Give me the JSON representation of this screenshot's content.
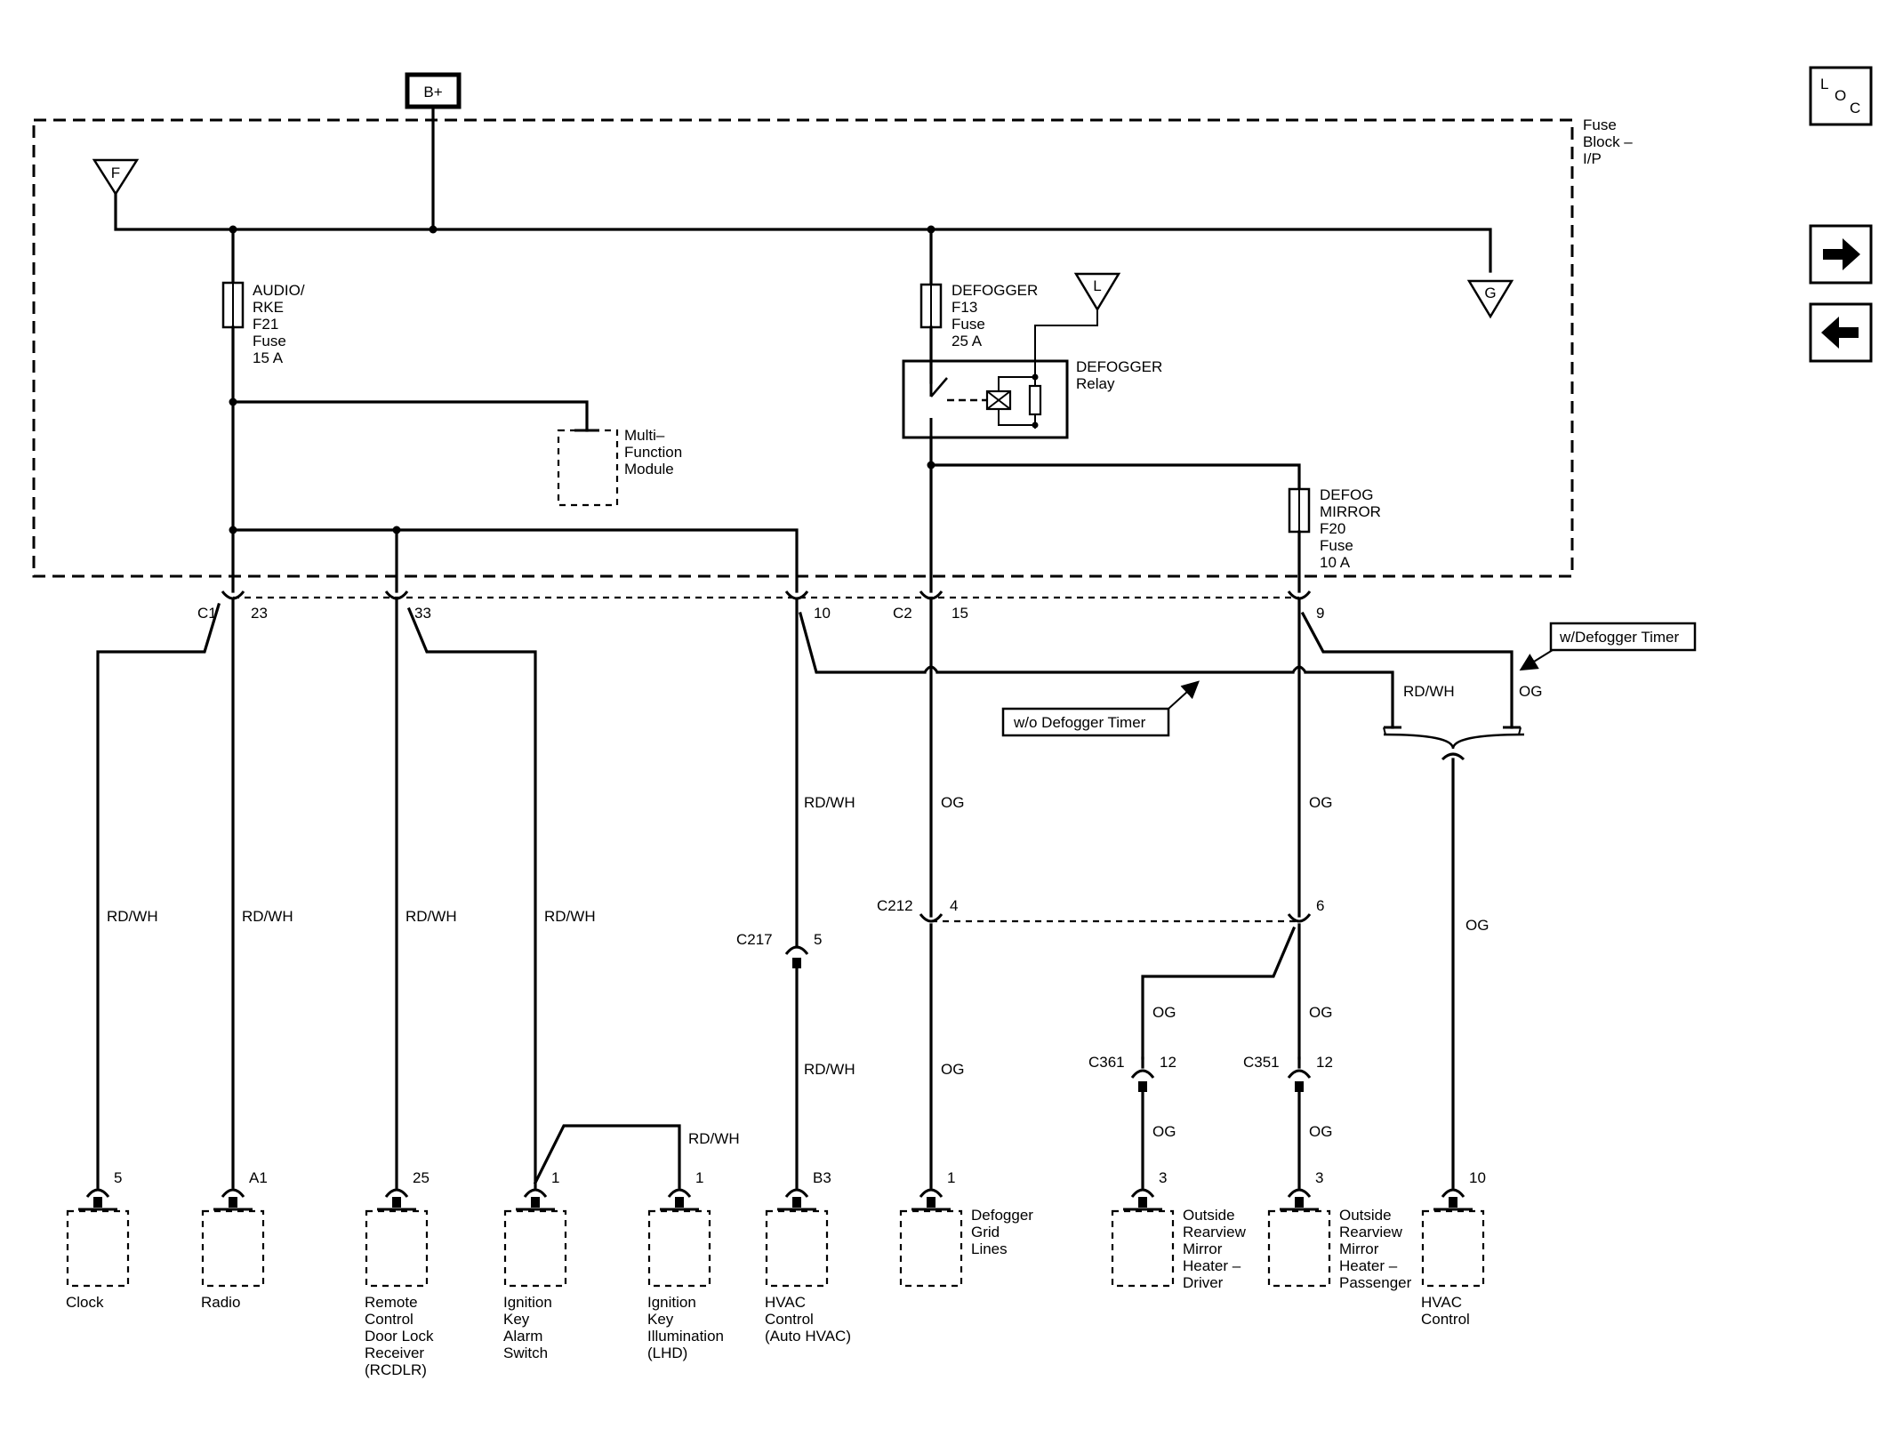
{
  "fuse_block": {
    "line1": "Fuse",
    "line2": "Block –",
    "line3": "I/P"
  },
  "battery": "B+",
  "nav": {
    "loc_l": "L",
    "loc_o": "O",
    "loc_c": "C"
  },
  "refs": {
    "f": "F",
    "g": "G",
    "l": "L"
  },
  "fuses": {
    "audio": [
      "AUDIO/",
      "RKE",
      "F21",
      "Fuse",
      "15 A"
    ],
    "defogger": [
      "DEFOGGER",
      "F13",
      "Fuse",
      "25 A"
    ],
    "mirror": [
      "DEFOG",
      "MIRROR",
      "F20",
      "Fuse",
      "10 A"
    ]
  },
  "relay": [
    "DEFOGGER",
    "Relay"
  ],
  "mfm": [
    "Multi–",
    "Function",
    "Module"
  ],
  "connectors": {
    "c1": "C1",
    "c2": "C2",
    "c212": "C212",
    "c217": "C217",
    "c361": "C361",
    "c351": "C351",
    "p23": "23",
    "p33": "33",
    "p10": "10",
    "p15": "15",
    "p9": "9",
    "p4": "4",
    "p6": "6",
    "p5": "5",
    "p12a": "12",
    "p12b": "12"
  },
  "options": {
    "with_timer": "w/Defogger Timer",
    "without_timer": "w/o Defogger Timer"
  },
  "wires": {
    "rdwh": "RD/WH",
    "og": "OG"
  },
  "pins": {
    "clock": "5",
    "radio": "A1",
    "rcdlr": "25",
    "ign_switch": "1",
    "ign_illum": "1",
    "hvac": "B3",
    "defog_grid": "1",
    "mirror_drv": "3",
    "mirror_pass": "3",
    "hvac_ctrl": "10"
  },
  "components": {
    "clock": [
      "Clock"
    ],
    "radio": [
      "Radio"
    ],
    "rcdlr": [
      "Remote",
      "Control",
      "Door Lock",
      "Receiver",
      "(RCDLR)"
    ],
    "ign_switch": [
      "Ignition",
      "Key",
      "Alarm",
      "Switch"
    ],
    "ign_illum": [
      "Ignition",
      "Key",
      "Illumination",
      "(LHD)"
    ],
    "hvac_auto": [
      "HVAC",
      "Control",
      "(Auto HVAC)"
    ],
    "defog_grid": [
      "Defogger",
      "Grid",
      "Lines"
    ],
    "mirror_drv": [
      "Outside",
      "Rearview",
      "Mirror",
      "Heater –",
      "Driver"
    ],
    "mirror_pass": [
      "Outside",
      "Rearview",
      "Mirror",
      "Heater –",
      "Passenger"
    ],
    "hvac_ctrl": [
      "HVAC",
      "Control"
    ]
  }
}
